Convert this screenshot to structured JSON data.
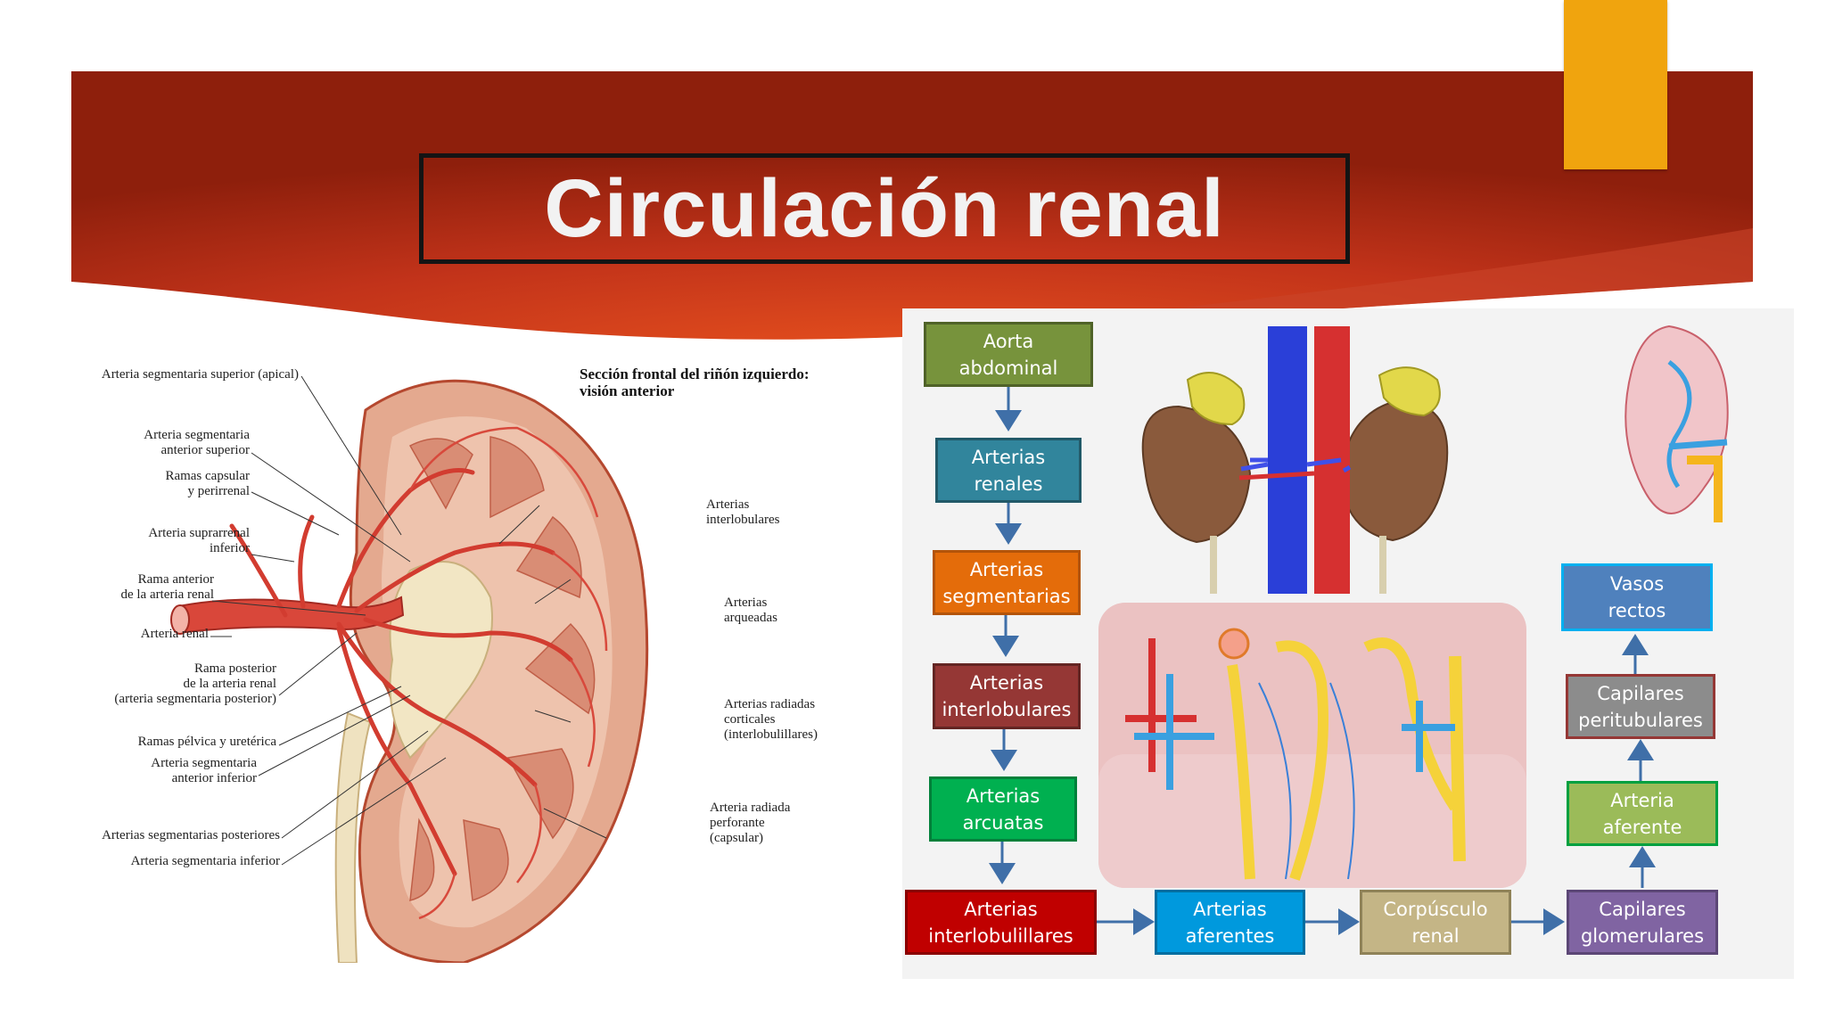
{
  "slide": {
    "title": "Circulación renal",
    "colors": {
      "banner_dark": "#8e1f0c",
      "banner_light": "#e0471c",
      "accent_tab": "#f0a40e"
    }
  },
  "left_figure": {
    "title_line1": "Sección frontal del riñón izquierdo:",
    "title_line2": "visión anterior",
    "labels_left": [
      [
        "Arteria segmentaria superior (apical)"
      ],
      [
        "Arteria segmentaria",
        "anterior superior"
      ],
      [
        "Ramas capsular",
        "y perirrenal"
      ],
      [
        "Arteria suprarrenal",
        "inferior"
      ],
      [
        "Rama anterior",
        "de la arteria renal"
      ],
      [
        "Arteria renal"
      ],
      [
        "Rama posterior",
        "de la arteria renal",
        "(arteria segmentaria posterior)"
      ],
      [
        "Ramas pélvica y uretérica"
      ],
      [
        "Arteria segmentaria",
        "anterior inferior"
      ],
      [
        "Arterias segmentarias posteriores"
      ],
      [
        "Arteria segmentaria inferior"
      ]
    ],
    "labels_right": [
      [
        "Arterias",
        "interlobulares"
      ],
      [
        "Arterias",
        "arqueadas"
      ],
      [
        "Arterias radiadas",
        "corticales",
        "(interlobulillares)"
      ],
      [
        "Arteria radiada",
        "perforante",
        "(capsular)"
      ]
    ]
  },
  "flow": {
    "nodes": [
      {
        "id": "aorta",
        "lines": [
          "Aorta",
          "abdominal"
        ],
        "fill": "#77933c",
        "border": "#4f6228"
      },
      {
        "id": "renales",
        "lines": [
          "Arterias",
          "renales"
        ],
        "fill": "#31859c",
        "border": "#215968"
      },
      {
        "id": "segmentarias",
        "lines": [
          "Arterias",
          "segmentarias"
        ],
        "fill": "#e46c0a",
        "border": "#b3540a"
      },
      {
        "id": "interlobulares",
        "lines": [
          "Arterias",
          "interlobulares"
        ],
        "fill": "#953735",
        "border": "#632523"
      },
      {
        "id": "arcuatas",
        "lines": [
          "Arterias",
          "arcuatas"
        ],
        "fill": "#00b050",
        "border": "#00803a"
      },
      {
        "id": "interlobulillares",
        "lines": [
          "Arterias",
          "interlobulillares"
        ],
        "fill": "#c00000",
        "border": "#8a0000"
      },
      {
        "id": "aferentes",
        "lines": [
          "Arterias",
          "aferentes"
        ],
        "fill": "#0099dd",
        "border": "#006ea0"
      },
      {
        "id": "corpusculo",
        "lines": [
          "Corpúsculo",
          "renal"
        ],
        "fill": "#c4b586",
        "border": "#8f8258"
      },
      {
        "id": "glomerulares",
        "lines": [
          "Capilares",
          "glomerulares"
        ],
        "fill": "#8064a2",
        "border": "#5c4776"
      },
      {
        "id": "aferente_top",
        "lines": [
          "Arteria",
          "aferente"
        ],
        "fill": "#9bbb59",
        "border": "#00a040"
      },
      {
        "id": "peritubulares",
        "lines": [
          "Capilares",
          "peritubulares"
        ],
        "fill": "#8c8c8c",
        "border": "#953735"
      },
      {
        "id": "vasos",
        "lines": [
          "Vasos",
          "rectos"
        ],
        "fill": "#4f81bd",
        "border": "#00b0f0"
      }
    ]
  }
}
